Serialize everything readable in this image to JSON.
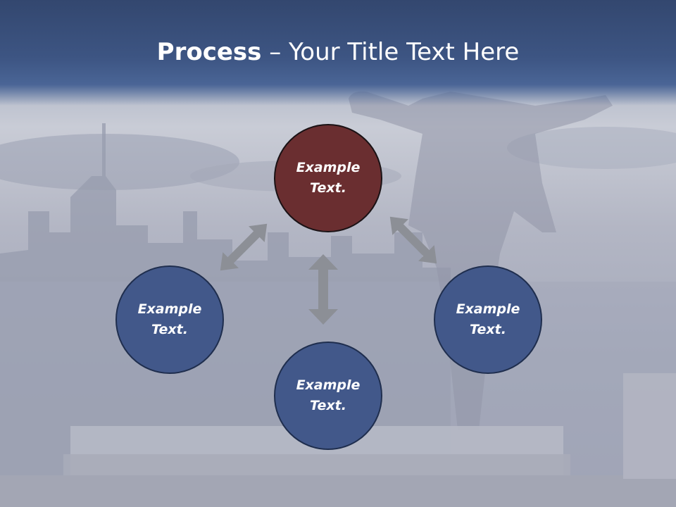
{
  "title": {
    "bold": "Process",
    "separator": " – ",
    "rest": "Your Title Text Here"
  },
  "nodes": [
    {
      "line1": "Example",
      "line2": "Text.",
      "color": "#6a2e30"
    },
    {
      "line1": "Example",
      "line2": "Text.",
      "color": "#42588a"
    },
    {
      "line1": "Example",
      "line2": "Text.",
      "color": "#42588a"
    },
    {
      "line1": "Example",
      "line2": "Text.",
      "color": "#42588a"
    }
  ],
  "colors": {
    "title_band": "#3d5583",
    "arrow": "#8c8f96",
    "node_blue": "#42588a",
    "node_red": "#6a2e30"
  },
  "icons": {
    "connector": "double-headed-arrow"
  }
}
